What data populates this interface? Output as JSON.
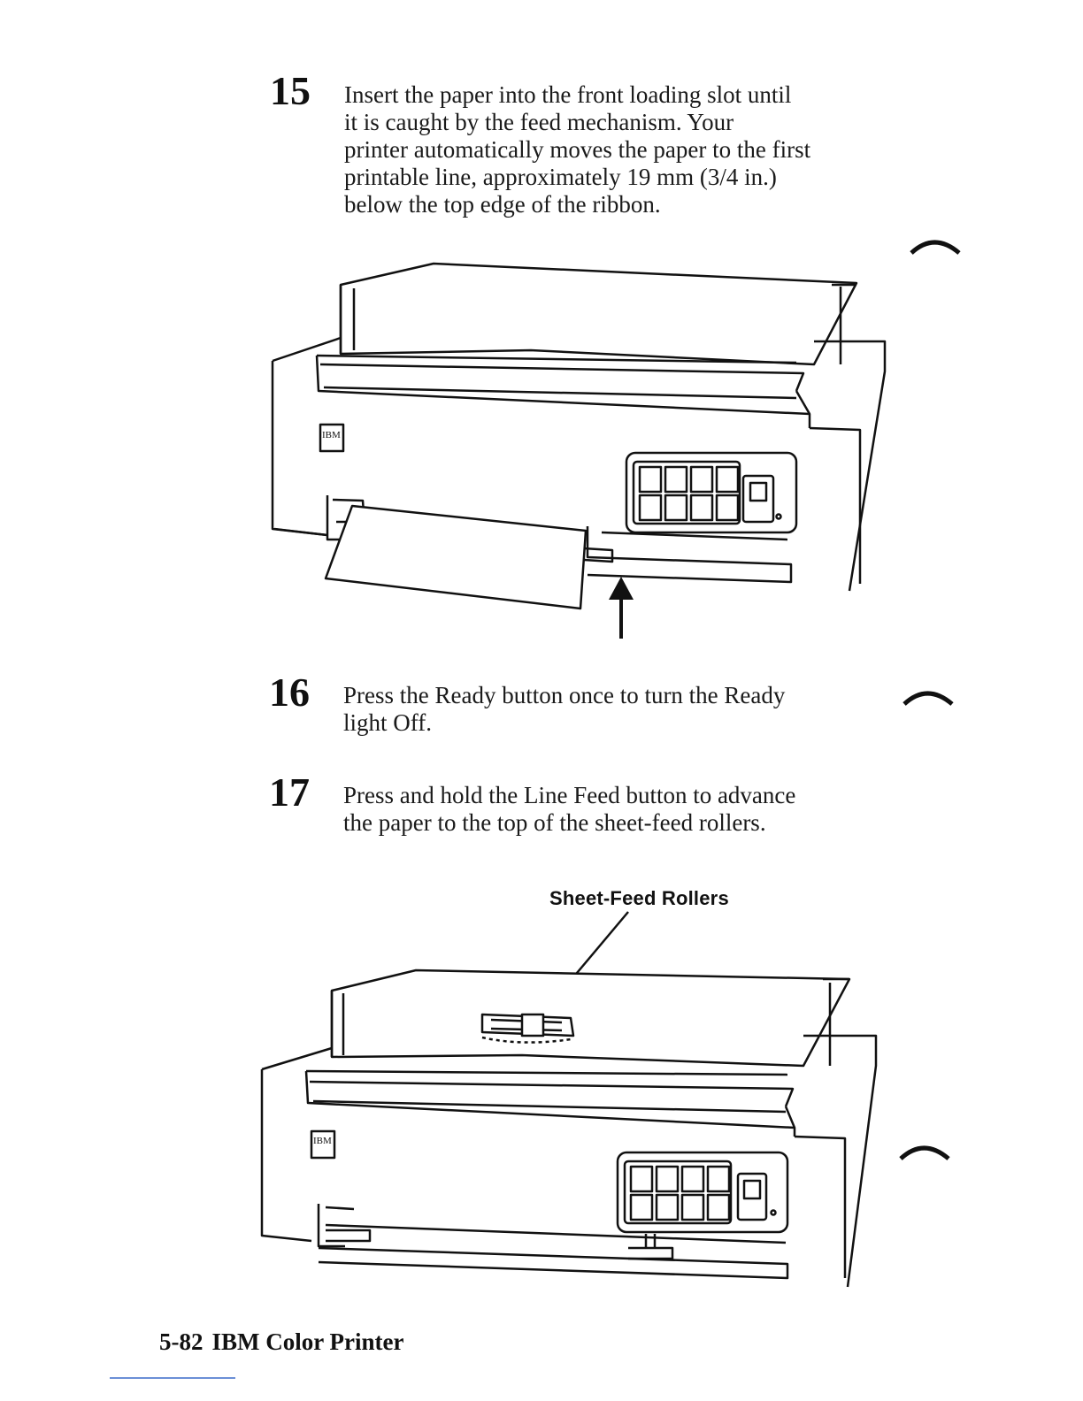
{
  "steps": [
    {
      "number": "15",
      "lines": [
        "Insert the paper into the front loading slot until",
        "it is caught by the feed mechanism.  Your",
        "printer automatically moves the paper to the first",
        "printable line, approximately 19 mm (3/4 in.)",
        "below the top edge of the ribbon."
      ]
    },
    {
      "number": "16",
      "lines": [
        "Press the Ready button once to turn the Ready",
        "light Off."
      ]
    },
    {
      "number": "17",
      "lines": [
        "Press and hold the Line Feed button to advance",
        "the paper to the top of the sheet-feed rollers."
      ]
    }
  ],
  "figures": {
    "printer_logo": "IBM",
    "callout_label": "Sheet-Feed Rollers"
  },
  "footer": {
    "page_number": "5-82",
    "title": "IBM Color Printer"
  }
}
